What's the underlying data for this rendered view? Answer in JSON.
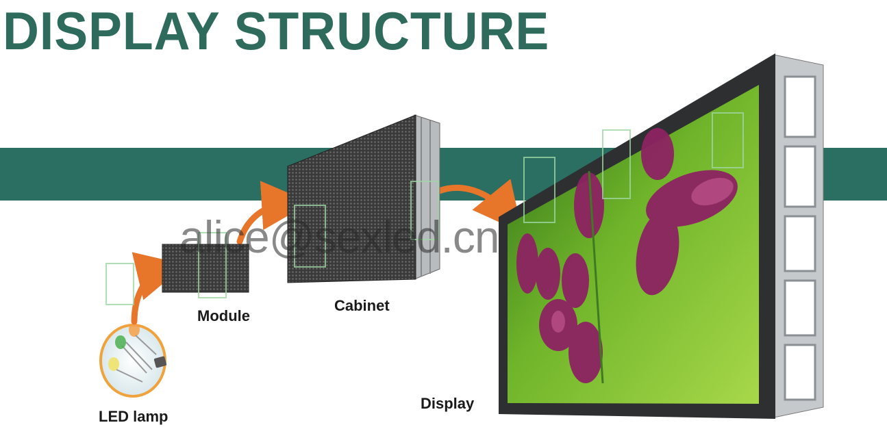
{
  "title": "DISPLAY STRUCTURE",
  "labels": {
    "led_lamp": "LED lamp",
    "module": "Module",
    "cabinet": "Cabinet",
    "display": "Display"
  },
  "watermark": "alice@sexled.cn",
  "colors": {
    "title": "#2e6b5c",
    "band": "#2b6f62",
    "arrow": "#e8762a",
    "lamp_circle_border": "#f0a33c"
  }
}
